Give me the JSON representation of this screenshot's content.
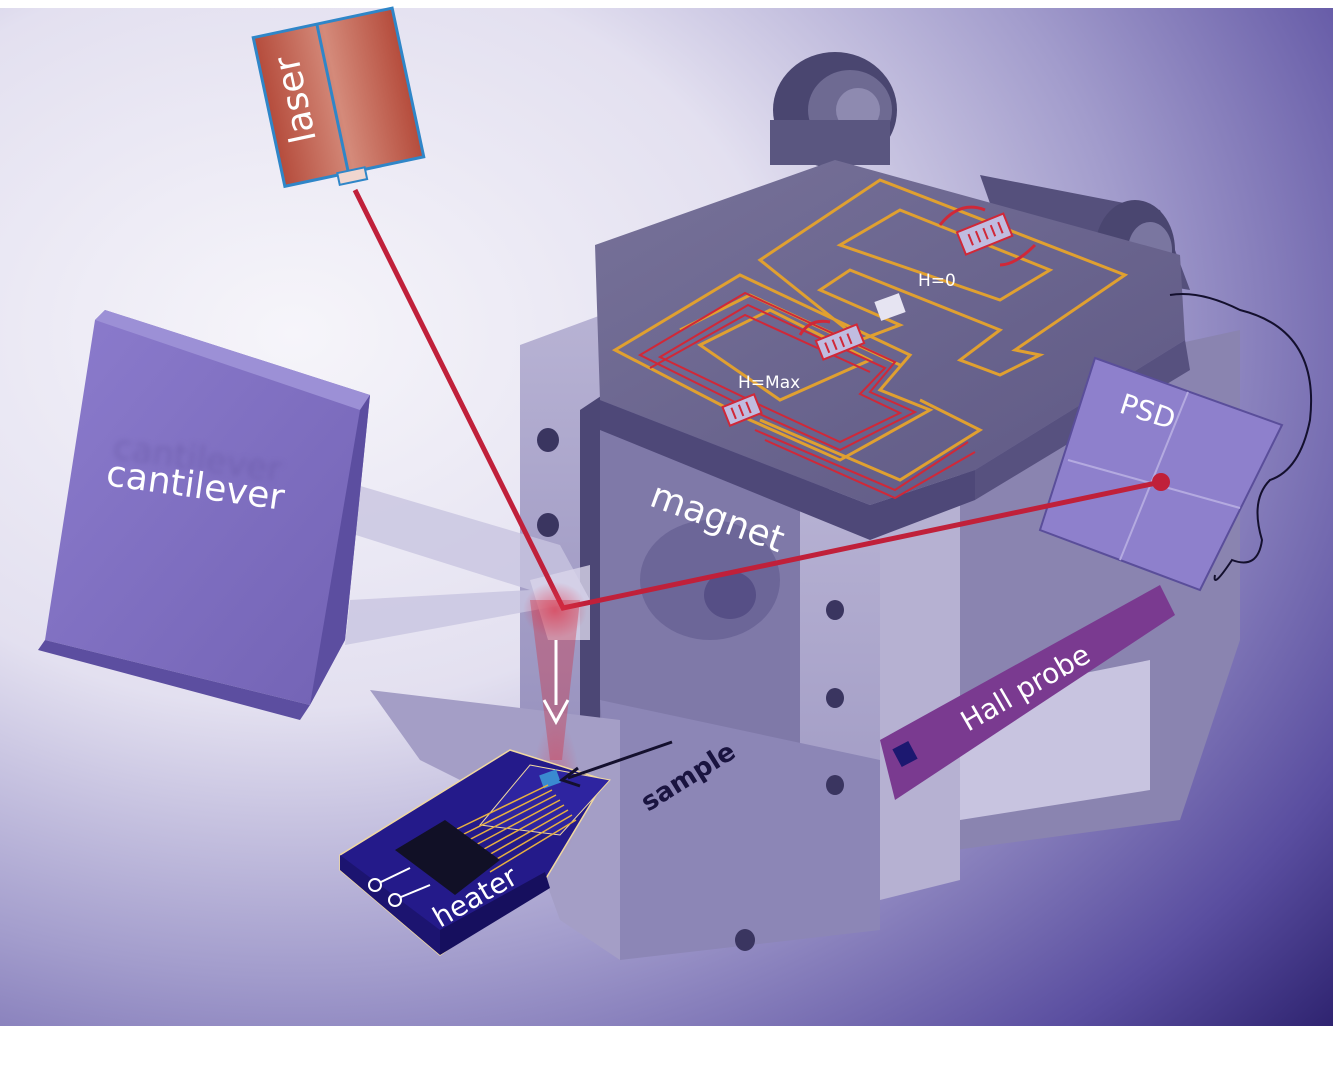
{
  "labels": {
    "laser": "laser",
    "cantilever": "cantilever",
    "cantilever_shadow": "cantilever",
    "magnet": "magnet",
    "h_zero": "H=0",
    "h_max": "H=Max",
    "psd": "PSD",
    "hall_probe": "Hall probe",
    "sample": "sample",
    "heater": "heater"
  },
  "colors": {
    "background_light": "#f4f3f8",
    "background_dark": "#2a1f6b",
    "laser_body": "#c0604e",
    "laser_frame": "#2f86c8",
    "beam": "#c0203a",
    "cantilever_block": "#8070c0",
    "magnet_body": "#8e88b0",
    "coil_gold": "#e0a030",
    "coil_red": "#d02838",
    "psd_panel": "#8e80cc",
    "hall_probe": "#7a3a90",
    "heater_body": "#241a8a",
    "sample_chip": "#3a8ad0"
  }
}
